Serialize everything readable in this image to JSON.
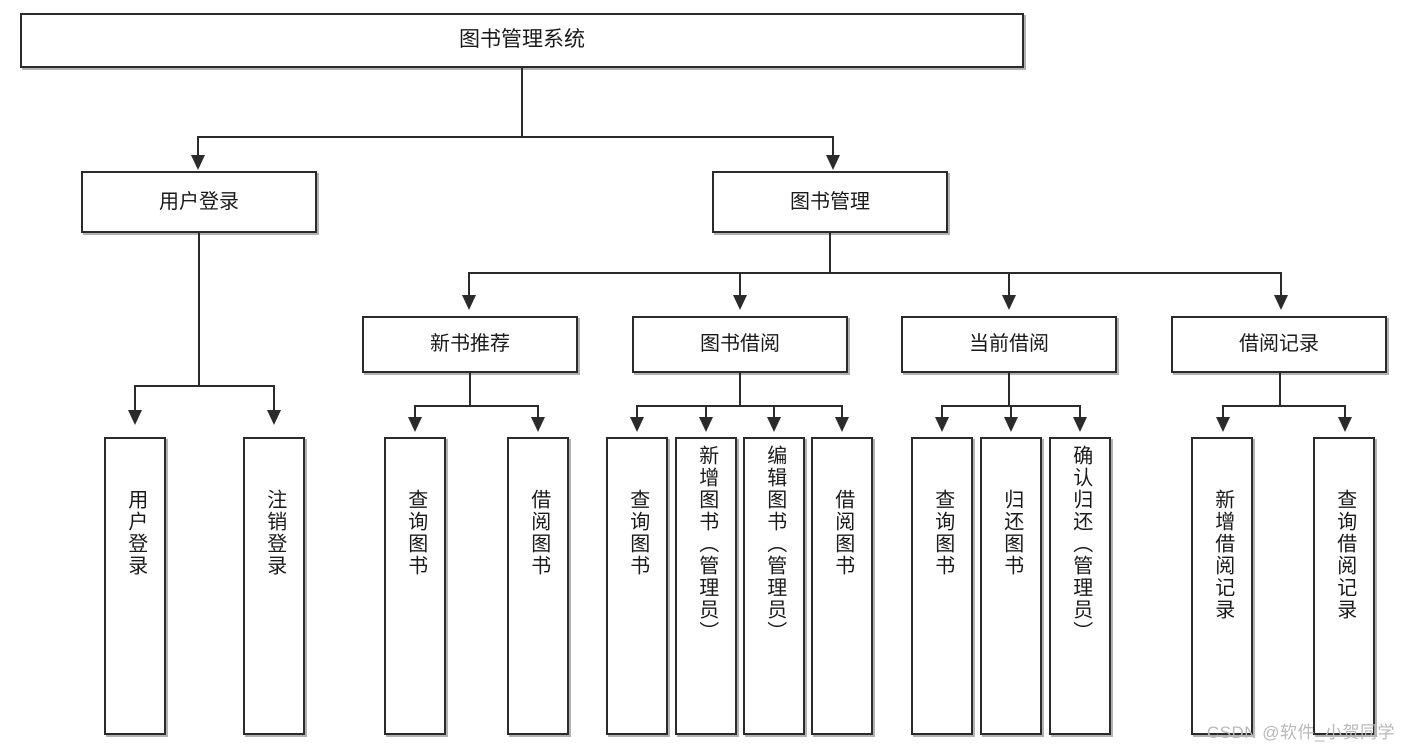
{
  "diagram": {
    "type": "tree-hierarchy-diagram",
    "root": {
      "label": "图书管理系统"
    },
    "level2": [
      {
        "label": "用户登录"
      },
      {
        "label": "图书管理"
      }
    ],
    "level3": [
      {
        "label": "新书推荐"
      },
      {
        "label": "图书借阅"
      },
      {
        "label": "当前借阅"
      },
      {
        "label": "借阅记录"
      }
    ],
    "leaves": {
      "user_login": [
        {
          "label": "用户登录"
        },
        {
          "label": "注销登录"
        }
      ],
      "new_book_recommend": [
        {
          "label": "查询图书"
        },
        {
          "label": "借阅图书"
        }
      ],
      "book_borrow": [
        {
          "label": "查询图书"
        },
        {
          "label": "新增图书（管理员）"
        },
        {
          "label": "编辑图书（管理员）"
        },
        {
          "label": "借阅图书"
        }
      ],
      "current_borrow": [
        {
          "label": "查询图书"
        },
        {
          "label": "归还图书"
        },
        {
          "label": "确认归还（管理员）"
        }
      ],
      "borrow_record": [
        {
          "label": "新增借阅记录"
        },
        {
          "label": "查询借阅记录"
        }
      ]
    }
  },
  "watermark": {
    "text": "CSDN @软件_小贺同学"
  },
  "colors": {
    "border": "#2b2b2b",
    "background": "#ffffff",
    "text": "#1a1a1a",
    "watermark": "#b9b9b9"
  }
}
